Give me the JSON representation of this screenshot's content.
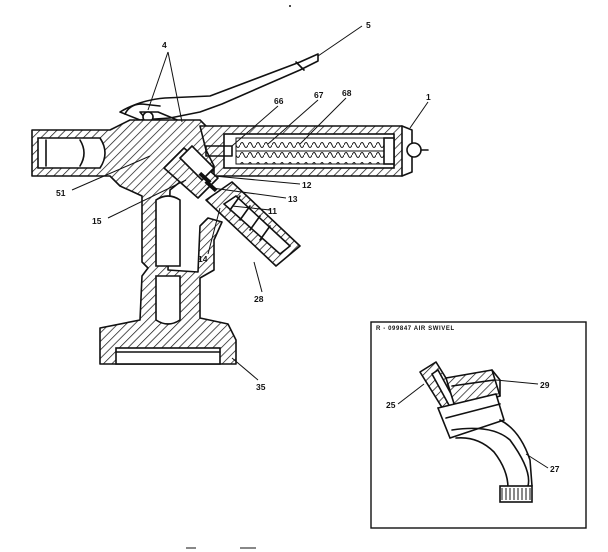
{
  "callouts": [
    {
      "id": "c5",
      "text": "5"
    },
    {
      "id": "c4",
      "text": "4"
    },
    {
      "id": "c66",
      "text": "66"
    },
    {
      "id": "c67",
      "text": "67"
    },
    {
      "id": "c68",
      "text": "68"
    },
    {
      "id": "c1",
      "text": "1"
    },
    {
      "id": "c51",
      "text": "51"
    },
    {
      "id": "c12",
      "text": "12"
    },
    {
      "id": "c13",
      "text": "13"
    },
    {
      "id": "c15",
      "text": "15"
    },
    {
      "id": "c11",
      "text": "11"
    },
    {
      "id": "c14",
      "text": "14"
    },
    {
      "id": "c28",
      "text": "28"
    },
    {
      "id": "c35",
      "text": "35"
    },
    {
      "id": "c25",
      "text": "25"
    },
    {
      "id": "c29",
      "text": "29"
    },
    {
      "id": "c27",
      "text": "27"
    }
  ],
  "inset": {
    "title": "R - 099847 AIR SWIVEL"
  }
}
